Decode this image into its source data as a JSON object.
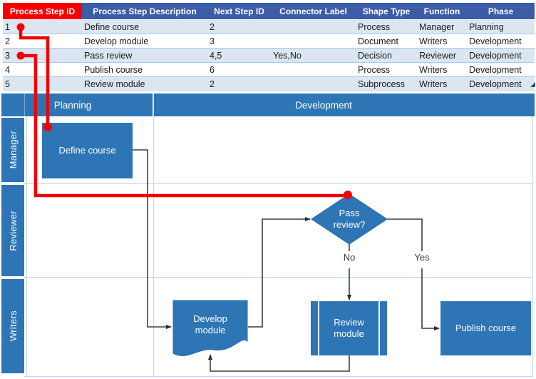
{
  "table": {
    "columns": [
      "Process Step ID",
      "Process Step Description",
      "Next Step ID",
      "Connector Label",
      "Shape Type",
      "Function",
      "Phase"
    ],
    "rows": [
      {
        "id": "1",
        "description": "Define course",
        "next": "2",
        "connector": "",
        "shape": "Process",
        "function": "Manager",
        "phase": "Planning"
      },
      {
        "id": "2",
        "description": "Develop module",
        "next": "3",
        "connector": "",
        "shape": "Document",
        "function": "Writers",
        "phase": "Development"
      },
      {
        "id": "3",
        "description": "Pass review",
        "next": "4,5",
        "connector": "Yes,No",
        "shape": "Decision",
        "function": "Reviewer",
        "phase": "Development"
      },
      {
        "id": "4",
        "description": "Publish course",
        "next": "6",
        "connector": "",
        "shape": "Process",
        "function": "Writers",
        "phase": "Development"
      },
      {
        "id": "5",
        "description": "Review module",
        "next": "2",
        "connector": "",
        "shape": "Subprocess",
        "function": "Writers",
        "phase": "Development"
      }
    ]
  },
  "flowchart": {
    "phases": [
      {
        "label": "Planning"
      },
      {
        "label": "Development"
      }
    ],
    "lanes": [
      {
        "label": "Manager"
      },
      {
        "label": "Reviewer"
      },
      {
        "label": "Writers"
      }
    ],
    "shapes": [
      {
        "label": "Define course",
        "type": "process"
      },
      {
        "label": "Pass review?",
        "type": "decision"
      },
      {
        "label": "Develop module",
        "type": "document"
      },
      {
        "label": "Review module",
        "type": "subprocess"
      },
      {
        "label": "Publish course",
        "type": "process"
      }
    ],
    "edge_labels": {
      "no": "No",
      "yes": "Yes"
    }
  },
  "colors": {
    "table_header_bg": "#3C5CA8",
    "table_header_highlight": "#F80000",
    "banded_row_bg": "#DCE6F1",
    "row_border": "#A9C7E8",
    "flow_blue": "#2E75B6",
    "grid_light_blue": "#BDD7EE",
    "callout_red": "#F20000",
    "connector_gray": "#3F3F3F"
  }
}
